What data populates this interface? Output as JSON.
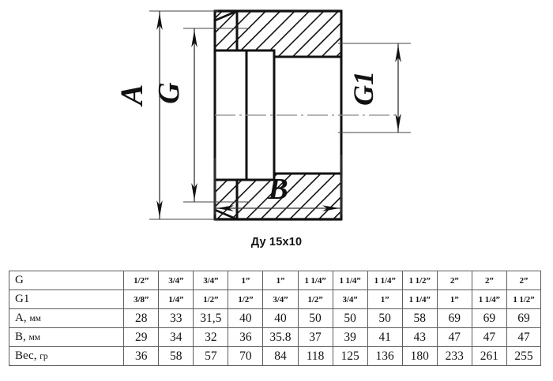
{
  "caption": "Ду 15х10",
  "drawing": {
    "labels": {
      "a": "A",
      "g": "G",
      "g1": "G1",
      "b": "B"
    }
  },
  "table": {
    "rows": [
      {
        "label": "G",
        "unit": "",
        "kind": "thread",
        "values": [
          "1/2”",
          "3/4”",
          "3/4”",
          "1”",
          "1”",
          "1 1/4”",
          "1 1/4”",
          "1 1/4”",
          "1 1/2”",
          "2”",
          "2”",
          "2”"
        ]
      },
      {
        "label": "G1",
        "unit": "",
        "kind": "thread",
        "values": [
          "3/8”",
          "1/4”",
          "1/2”",
          "1/2”",
          "3/4”",
          "1/2”",
          "3/4”",
          "1”",
          "1 1/4”",
          "1”",
          "1 1/4”",
          "1 1/2”"
        ]
      },
      {
        "label": "А,",
        "unit": "мм",
        "kind": "num",
        "values": [
          "28",
          "33",
          "31,5",
          "40",
          "40",
          "50",
          "50",
          "50",
          "58",
          "69",
          "69",
          "69"
        ]
      },
      {
        "label": "В,",
        "unit": "мм",
        "kind": "num",
        "values": [
          "29",
          "34",
          "32",
          "36",
          "35.8",
          "37",
          "39",
          "41",
          "43",
          "47",
          "47",
          "47"
        ]
      },
      {
        "label": "Вес,",
        "unit": "гр",
        "kind": "num",
        "values": [
          "36",
          "58",
          "57",
          "70",
          "84",
          "118",
          "125",
          "136",
          "180",
          "233",
          "261",
          "255"
        ]
      }
    ]
  }
}
